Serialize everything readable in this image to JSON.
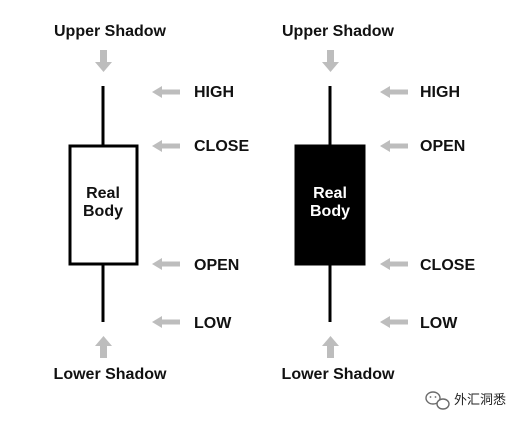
{
  "left_candle": {
    "upper_shadow": "Upper Shadow",
    "lower_shadow": "Lower Shadow",
    "body_line1": "Real",
    "body_line2": "Body",
    "high": "HIGH",
    "top_of_body": "CLOSE",
    "bottom_of_body": "OPEN",
    "low": "LOW",
    "body_fill": "#ffffff"
  },
  "right_candle": {
    "upper_shadow": "Upper Shadow",
    "lower_shadow": "Lower Shadow",
    "body_line1": "Real",
    "body_line2": "Body",
    "high": "HIGH",
    "top_of_body": "OPEN",
    "bottom_of_body": "CLOSE",
    "low": "LOW",
    "body_fill": "#000000"
  },
  "watermark": {
    "text": "外汇洞悉"
  },
  "colors": {
    "arrow": "#bdbdbd",
    "line": "#000000",
    "text": "#111111"
  }
}
